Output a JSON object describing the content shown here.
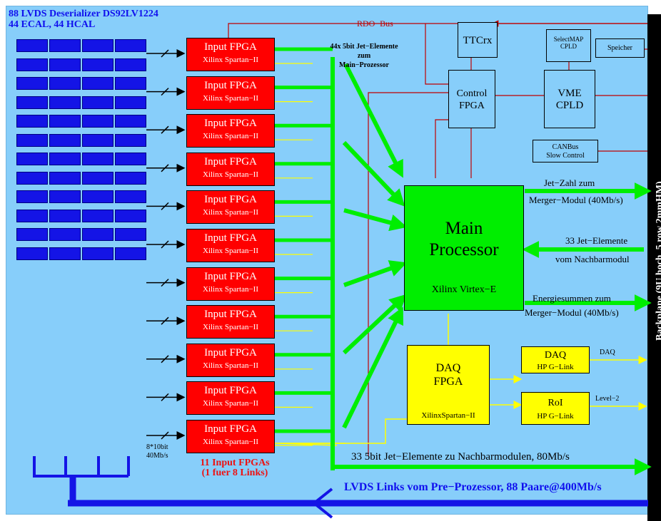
{
  "title_line1": "88 LVDS Deserializer DS92LV1224",
  "title_line2": "44 ECAL, 44 HCAL",
  "input_fpga": {
    "name": "Input FPGA",
    "chip": "Xilinx Spartan−II",
    "count": 11
  },
  "rdo_bus": "RDO−Bus",
  "ttcrx": "TTCrx",
  "selectmap": {
    "line1": "SelectMAP",
    "line2": "CPLD"
  },
  "speicher": "Speicher",
  "control_fpga": {
    "line1": "Control",
    "line2": "FPGA"
  },
  "vme_cpld": {
    "line1": "VME",
    "line2": "CPLD"
  },
  "canbus": {
    "line1": "CANBus",
    "line2": "Slow Control"
  },
  "jet_elements_label": {
    "line1": "44x 5bit Jet−Elemente",
    "line2": "zum",
    "line3": "Main−Prozessor"
  },
  "main_processor": {
    "line1": "Main",
    "line2": "Processor",
    "chip": "Xilinx Virtex−E"
  },
  "jet_zahl": {
    "line1": "Jet−Zahl zum",
    "line2": "Merger−Modul (40Mb/s)"
  },
  "jet_33": {
    "line1": "33 Jet−Elemente",
    "line2": "vom Nachbarmodul"
  },
  "energie": {
    "line1": "Energiesummen zum",
    "line2": "Merger−Modul (40Mb/s)"
  },
  "daq_fpga": {
    "line1": "DAQ",
    "line2": "FPGA",
    "chip": "XilinxSpartan−II"
  },
  "daq_link": {
    "line1": "DAQ",
    "line2": "HP G−Link",
    "out": "DAQ"
  },
  "roi_link": {
    "line1": "RoI",
    "line2": "HP G−Link",
    "out": "Level−2"
  },
  "link_rate": {
    "line1": "8*10bit",
    "line2": "40Mb/s"
  },
  "fpga_summary": {
    "line1": "11 Input FPGAs",
    "line2": "(1 fuer 8 Links)"
  },
  "neighbour_bus": "33 5bit Jet−Elemente zu Nachbarmodulen, 80Mb/s",
  "lvds_links": "LVDS Links vom Pre−Prozessor, 88 Paare@400Mb/s",
  "backplane": "Backplane (9U hoch, 5 row 2mmHM)",
  "colors": {
    "board": "#87cefa",
    "fpga": "#ff0000",
    "main": "#00ee00",
    "daq": "#ffff00",
    "link_blue": "#1414e6",
    "bus_red": "#c00000"
  }
}
